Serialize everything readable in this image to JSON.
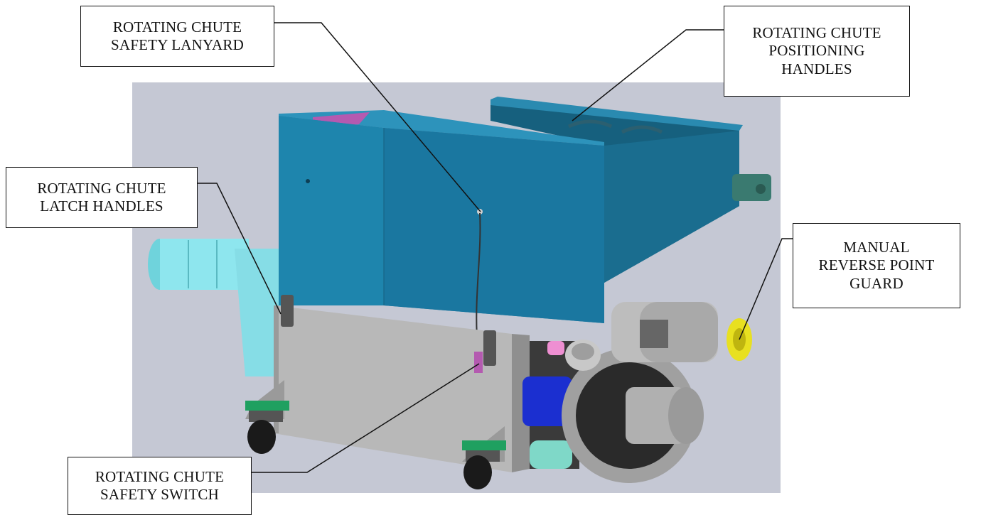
{
  "callouts": {
    "safety_lanyard": [
      "ROTATING CHUTE",
      "SAFETY LANYARD"
    ],
    "positioning_handles": [
      "ROTATING CHUTE",
      "POSITIONING",
      "HANDLES"
    ],
    "latch_handles": [
      "ROTATING CHUTE",
      "LATCH HANDLES"
    ],
    "reverse_point_guard": [
      "MANUAL",
      "REVERSE POINT",
      "GUARD"
    ],
    "safety_switch": [
      "ROTATING CHUTE",
      "SAFETY SWITCH"
    ]
  },
  "colors": {
    "background_panel": "#c5c8d4",
    "hopper_blue": "#1e7fa6",
    "hopper_blue_dark": "#15607f",
    "chute_cyan": "#8ee6ee",
    "steel_panel": "#b8b8b8",
    "motor_gray": "#a9a9a9",
    "guard_yellow": "#e8e020",
    "blower_blue": "#1b2fd0",
    "magenta_part": "#b45ab0",
    "caster_green": "#1fa060"
  }
}
